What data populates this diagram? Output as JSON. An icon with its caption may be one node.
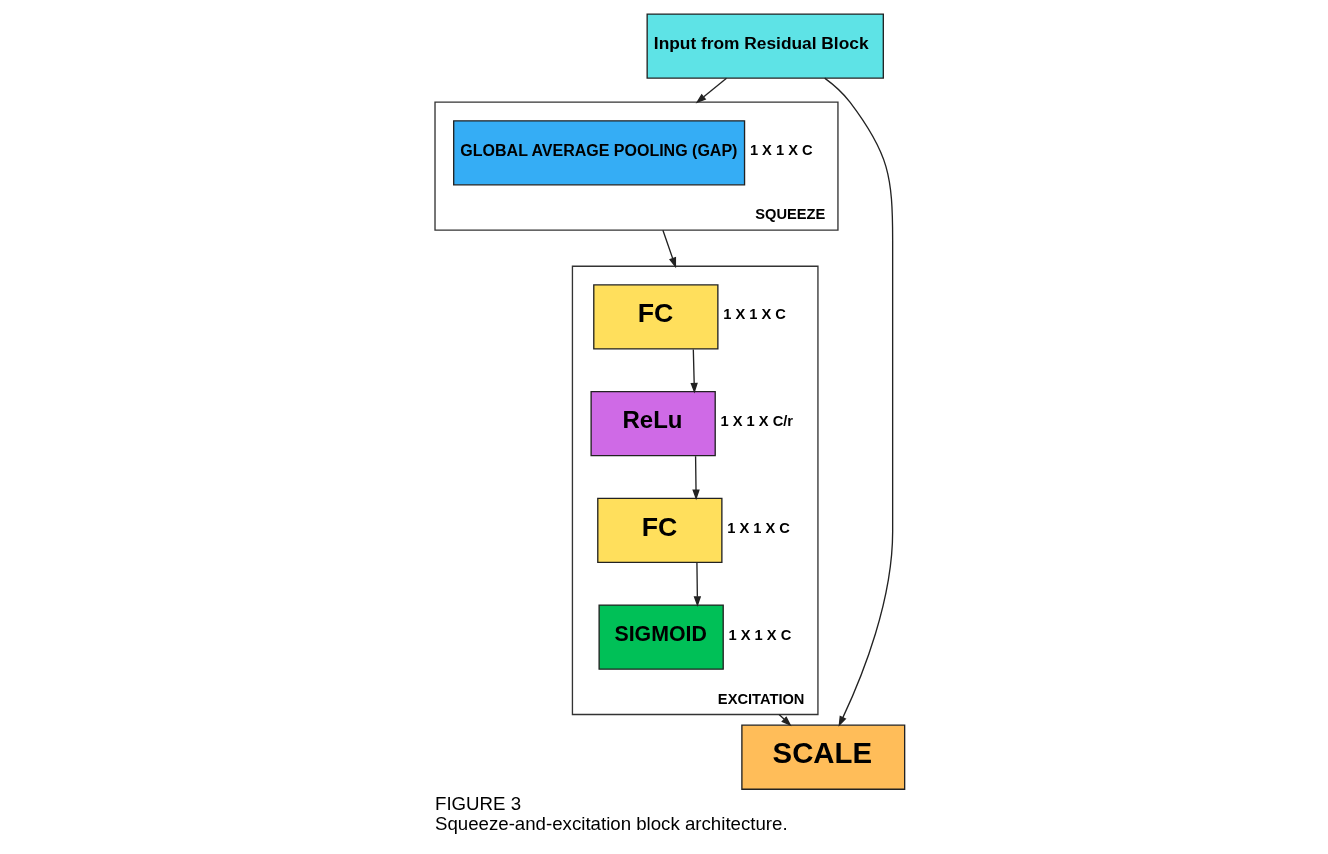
{
  "diagram": {
    "title": "FIGURE 3",
    "caption": "Squeeze-and-excitation block architecture.",
    "nodes": [
      {
        "text": [
          "Input from Residual Block"
        ]
      },
      {
        "text": [
          "SQUEEZE"
        ]
      },
      {
        "text": [
          "GLOBAL AVERAGE POOLING (GAP)"
        ],
        "in": 1,
        "beside": [
          "1 X 1 X C"
        ]
      },
      {
        "text": [
          "EXCITATION"
        ]
      },
      {
        "text": [
          "FC"
        ],
        "in": 3,
        "beside": [
          "1 X 1 X C"
        ]
      },
      {
        "text": [
          "ReLu"
        ],
        "in": 3,
        "beside": [
          "1 X 1 X C/r"
        ]
      },
      {
        "text": [
          "FC"
        ],
        "in": 3,
        "beside": [
          "1 X 1 X C"
        ]
      },
      {
        "text": [
          "SIGMOID"
        ],
        "in": 3,
        "beside": [
          "1 X 1 X C"
        ]
      },
      {
        "text": [
          "SCALE"
        ]
      }
    ],
    "edges": [
      {
        "from": 0,
        "to": 1,
        "arrow": "to"
      },
      {
        "from": 1,
        "to": 3,
        "arrow": "to"
      },
      {
        "from": 4,
        "to": 5,
        "arrow": "to"
      },
      {
        "from": 5,
        "to": 6,
        "arrow": "to"
      },
      {
        "from": 6,
        "to": 7,
        "arrow": "to"
      },
      {
        "from": 3,
        "to": 8,
        "arrow": "to"
      },
      {
        "from": 0,
        "to": 8,
        "arrow": "to"
      }
    ]
  }
}
